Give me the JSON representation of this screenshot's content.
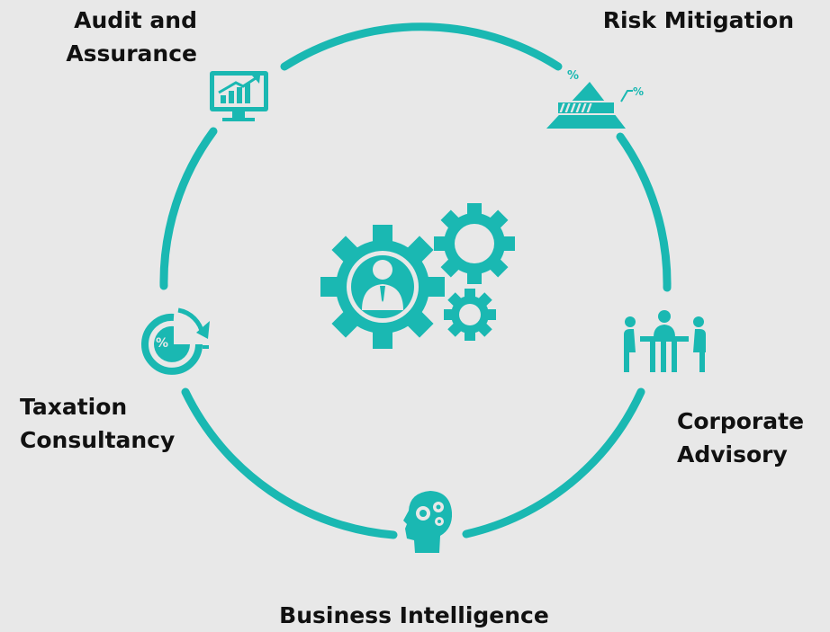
{
  "accent_color": "#1ab8b2",
  "background_color": "#e8e8e8",
  "center": {
    "icon": "gears-with-businessman-icon"
  },
  "services": [
    {
      "id": "audit",
      "label_lines": [
        "Audit and",
        "Assurance"
      ],
      "icon": "monitor-chart-icon"
    },
    {
      "id": "risk",
      "label_lines": [
        "Risk Mitigation"
      ],
      "icon": "pyramid-percent-icon"
    },
    {
      "id": "corporate",
      "label_lines": [
        "Corporate",
        "Advisory"
      ],
      "icon": "meeting-table-icon"
    },
    {
      "id": "business",
      "label_lines": [
        "Business Intelligence"
      ],
      "icon": "head-gears-icon"
    },
    {
      "id": "taxation",
      "label_lines": [
        "Taxation",
        "Consultancy"
      ],
      "icon": "percent-cycle-icon"
    }
  ]
}
